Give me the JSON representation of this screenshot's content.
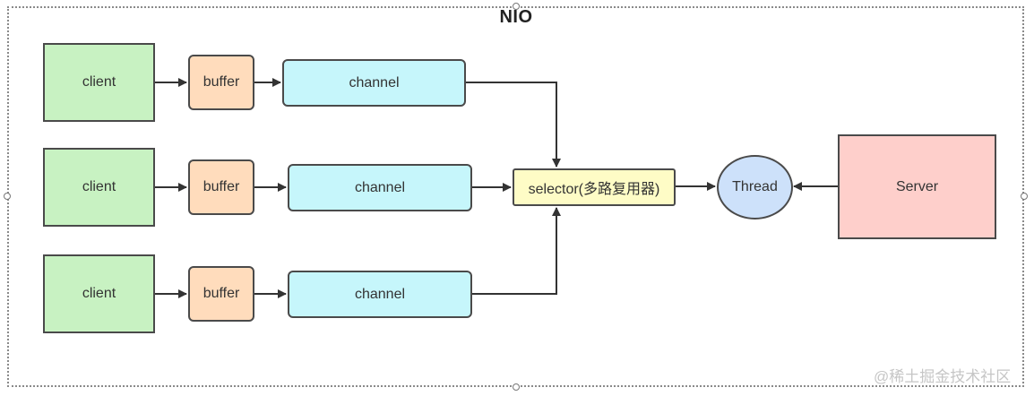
{
  "diagram": {
    "title": "NIO",
    "rows": [
      {
        "client": "client",
        "buffer": "buffer",
        "channel": "channel"
      },
      {
        "client": "client",
        "buffer": "buffer",
        "channel": "channel"
      },
      {
        "client": "client",
        "buffer": "buffer",
        "channel": "channel"
      }
    ],
    "selector": "selector(多路复用器)",
    "thread": "Thread",
    "server": "Server"
  },
  "watermark": "@稀土掘金技术社区",
  "colors": {
    "client": "#c8f2c2",
    "buffer": "#ffdcbc",
    "channel": "#c6f6fb",
    "selector": "#fefcc6",
    "thread": "#cde1fa",
    "server": "#fecfcb",
    "border": "#4a4a4a"
  }
}
